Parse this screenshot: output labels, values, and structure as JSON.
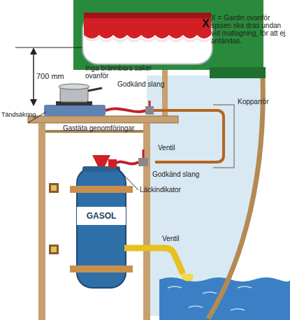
{
  "diagram": {
    "nodes": [
      {
        "text": [
          "GASOL"
        ]
      }
    ],
    "labels": [
      "X = Gardin ovanför spisen ska dras undan vid matlagning, för att ej antändas.",
      "X",
      "700 mm",
      "Inga brännbara saker ovanför",
      "Godkänd slang",
      "Tändsäkring",
      "Kopparrör",
      "Gastäta genomföringar",
      "Ventil",
      "Godkänd slang",
      "Läckindikator",
      "Ventil"
    ]
  }
}
